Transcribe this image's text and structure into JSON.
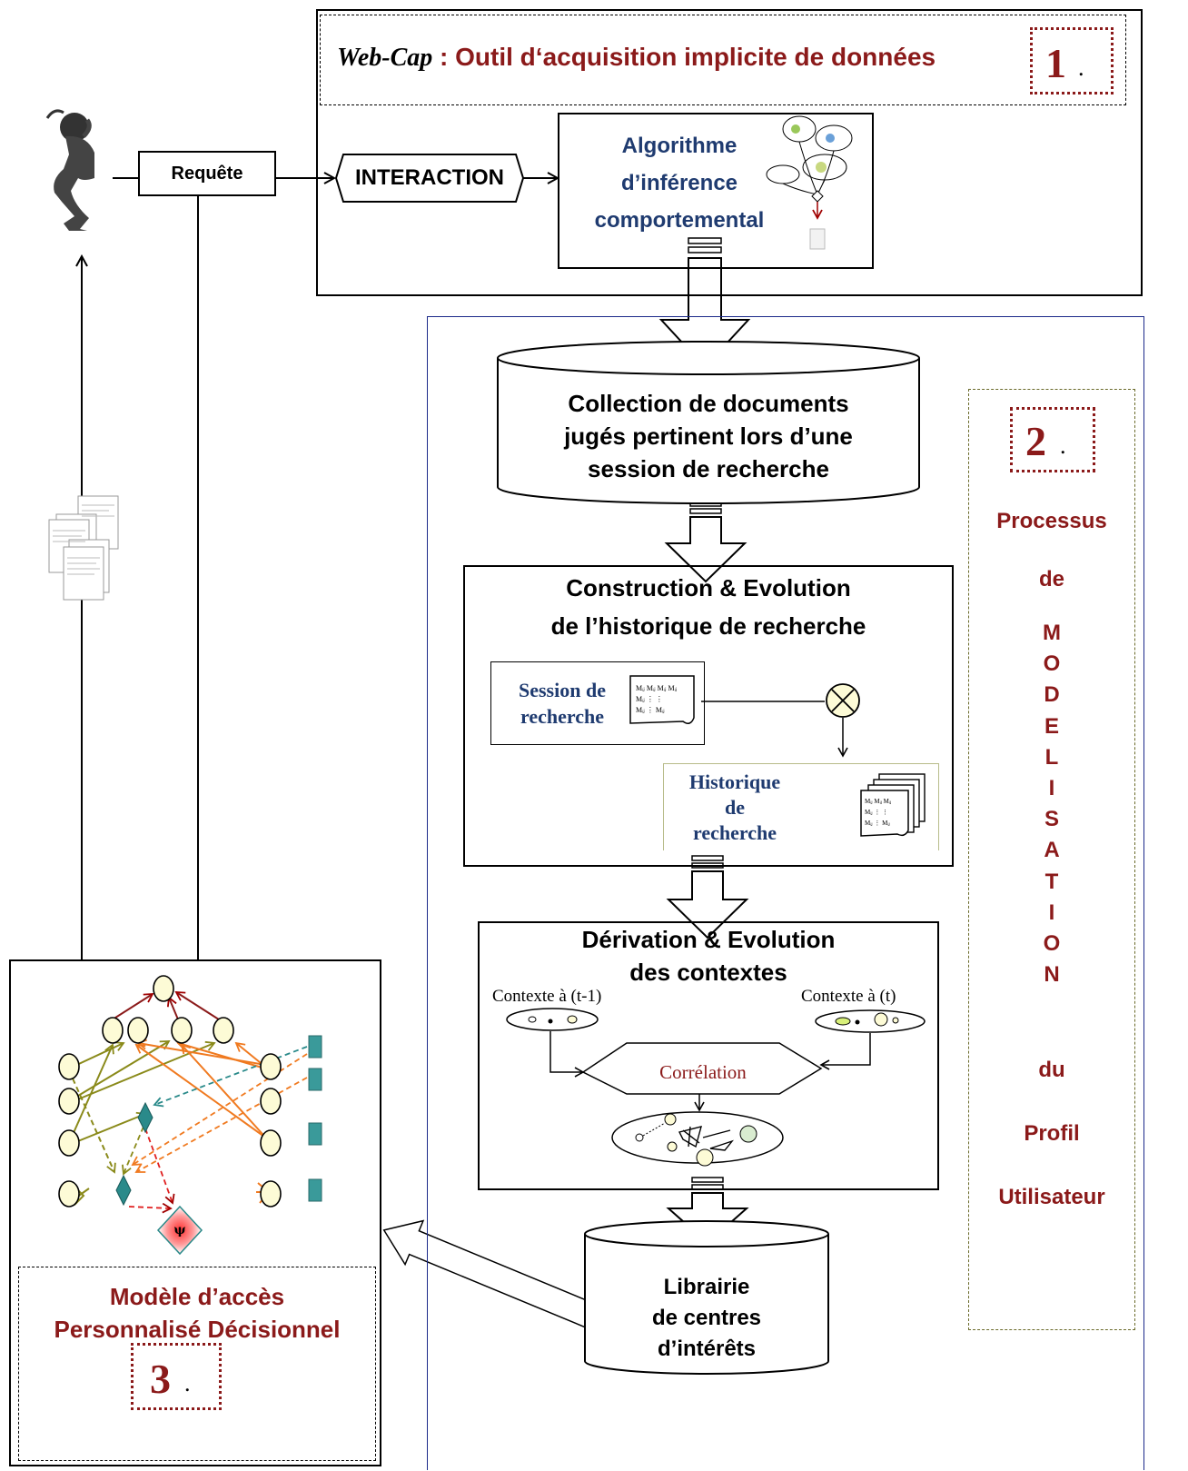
{
  "colors": {
    "maroon": "#8b1a1a",
    "navy": "#1f3b70",
    "dark_red": "#a00000",
    "olive": "#8a8a1a",
    "orange": "#f07a20",
    "teal": "#2a8a8a",
    "node_fill": "#fdfbd6"
  },
  "step1": {
    "webcap": "Web-Cap",
    "sep": " : ",
    "title": "Outil d‘acquisition implicite de données",
    "number": "1",
    "dot": "."
  },
  "user": {
    "icon": "thinking-person-icon",
    "query_label": "Requête"
  },
  "interaction_label": "INTERACTION",
  "algorithm": {
    "line1": "Algorithme",
    "line2": "d’inférence",
    "line3": "comportemental",
    "icon": "behavior-graph-icon"
  },
  "collection": {
    "line1": "Collection de documents",
    "line2": "jugés pertinent lors d’une",
    "line3": "session de recherche"
  },
  "construction": {
    "line1": "Construction & Evolution",
    "line2": "de l’historique de recherche",
    "session_line1": "Session de",
    "session_line2": "recherche",
    "history_line1": "Historique",
    "history_line2": "de",
    "history_line3": "recherche",
    "matrix_icon": "matrix-document-icon",
    "combine_icon": "circled-times-icon"
  },
  "derivation": {
    "line1": "Dérivation & Evolution",
    "line2": "des contextes",
    "ctx_prev": "Contexte à (t-1)",
    "ctx_now": "Contexte à (t)",
    "correlation": "Corrélation"
  },
  "library": {
    "line1": "Librairie",
    "line2": "de centres",
    "line3": "d’intérêts"
  },
  "step2": {
    "number": "2",
    "dot": ".",
    "word1": "Processus",
    "word2": "de",
    "letters": [
      "M",
      "O",
      "D",
      "E",
      "L",
      "I",
      "S",
      "A",
      "T",
      "I",
      "O",
      "N"
    ],
    "word3": "du",
    "word4": "Profil",
    "word5": "Utilisateur"
  },
  "step3": {
    "line1": "Modèle d’accès",
    "line2": "Personnalisé Décisionnel",
    "number": "3",
    "dot": ".",
    "psi": "ψ"
  },
  "documents_icon": "document-stack-icon"
}
